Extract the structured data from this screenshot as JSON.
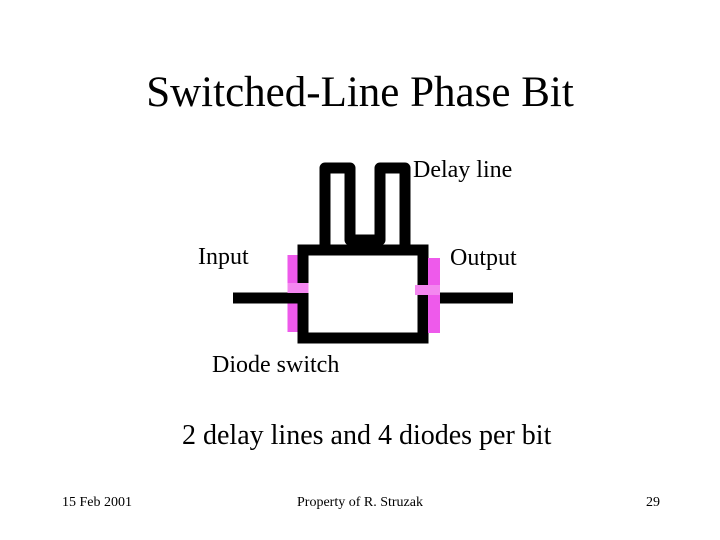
{
  "slide": {
    "title": "Switched-Line Phase Bit",
    "diagram": {
      "labels": {
        "delay_line": "Delay line",
        "input": "Input",
        "output": "Output",
        "diode_switch": "Diode switch"
      },
      "colors": {
        "line_black": "#000000",
        "diode_pink": "#ee5aeb",
        "diode_pink_light": "#f487f0"
      }
    },
    "caption": "2 delay lines and 4 diodes per bit",
    "footer": {
      "date": "15 Feb 2001",
      "center": "Property of R. Struzak",
      "page_number": "29"
    }
  }
}
